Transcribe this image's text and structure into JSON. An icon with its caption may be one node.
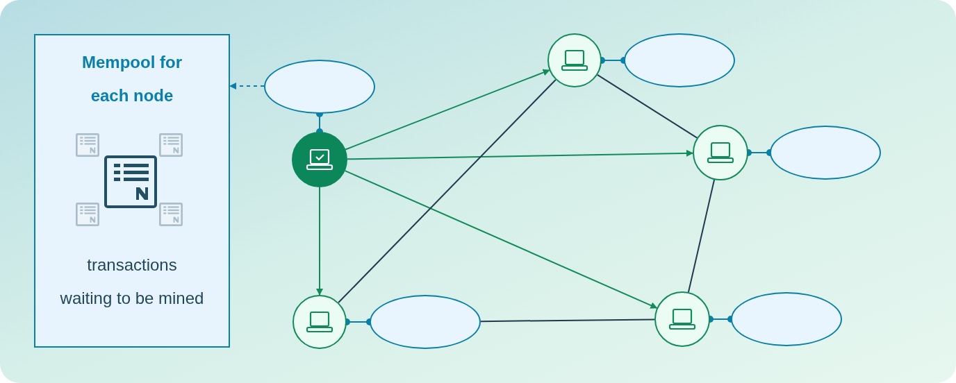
{
  "diagram": {
    "nodes": [
      {
        "text": [
          "Mempool for each node",
          "transactions waiting to be mined"
        ]
      },
      {
        "text": [],
        "shape": "ellipse"
      },
      {
        "text": [],
        "shape": "circle"
      },
      {
        "text": [],
        "shape": "circle"
      },
      {
        "text": [],
        "shape": "ellipse"
      },
      {
        "text": [],
        "shape": "circle"
      },
      {
        "text": [],
        "shape": "ellipse"
      },
      {
        "text": [],
        "shape": "circle"
      },
      {
        "text": [],
        "shape": "ellipse"
      },
      {
        "text": [],
        "shape": "circle"
      },
      {
        "text": [],
        "shape": "ellipse"
      }
    ],
    "edges": [
      {
        "from": 1,
        "to": 0,
        "arrow": "to",
        "style": "dashed",
        "color": "#0a7fa8"
      },
      {
        "from": 1,
        "to": 2,
        "arrow": "other",
        "color": "#0a7fa8"
      },
      {
        "from": 2,
        "to": 3,
        "arrow": "to",
        "color": "#128a5a"
      },
      {
        "from": 2,
        "to": 5,
        "arrow": "to",
        "color": "#128a5a"
      },
      {
        "from": 2,
        "to": 9,
        "arrow": "to",
        "color": "#128a5a"
      },
      {
        "from": 2,
        "to": 7,
        "arrow": "to",
        "color": "#128a5a"
      },
      {
        "from": 3,
        "to": 4,
        "arrow": "other",
        "color": "#0a7fa8"
      },
      {
        "from": 5,
        "to": 6,
        "arrow": "other",
        "color": "#0a7fa8"
      },
      {
        "from": 7,
        "to": 8,
        "arrow": "other",
        "color": "#0a7fa8"
      },
      {
        "from": 9,
        "to": 10,
        "arrow": "other",
        "color": "#0a7fa8"
      },
      {
        "from": 3,
        "to": 7,
        "arrow": "none",
        "color": "#1f3b4d"
      },
      {
        "from": 3,
        "to": 5,
        "arrow": "none",
        "color": "#1f3b4d"
      },
      {
        "from": 5,
        "to": 9,
        "arrow": "none",
        "color": "#1f3b4d"
      },
      {
        "from": 8,
        "to": 9,
        "arrow": "none",
        "color": "#1f3b4d"
      }
    ]
  }
}
